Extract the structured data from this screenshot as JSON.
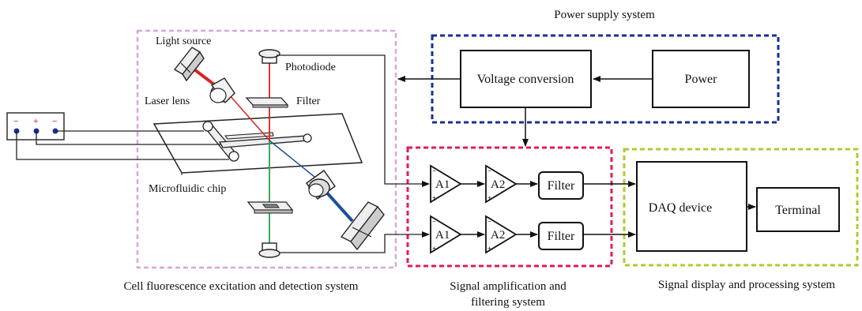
{
  "colors": {
    "excitation_box": "#d9a6de",
    "power_box": "#1a2e99",
    "amp_box": "#e6195a",
    "display_box": "#b5c832",
    "laser_red": "#d8241f",
    "emission_green": "#2aa04a",
    "emission_blue": "#1b4f9a"
  },
  "labels": {
    "power_supply_system": "Power supply system",
    "light_source": "Light source",
    "photodiode": "Photodiode",
    "laser_lens": "Laser lens",
    "filter_optic": "Filter",
    "microfluidic_chip": "Microfluidic chip",
    "excitation_system": "Cell fluorescence excitation and detection system",
    "amp_system_line1": "Signal amplification and",
    "amp_system_line2": "filtering system",
    "display_system": "Signal display and processing system"
  },
  "battery": {
    "signs": [
      "−",
      "+",
      "−"
    ]
  },
  "power": {
    "voltage_conversion": "Voltage conversion",
    "power": "Power"
  },
  "amplifiers": {
    "channels": [
      {
        "a1": "A1",
        "a2": "A2",
        "filter": "Filter"
      },
      {
        "a1": "A1",
        "a2": "A2",
        "filter": "Filter"
      }
    ],
    "minus": "−",
    "plus": "+"
  },
  "display": {
    "daq": "DAQ device",
    "terminal": "Terminal"
  }
}
